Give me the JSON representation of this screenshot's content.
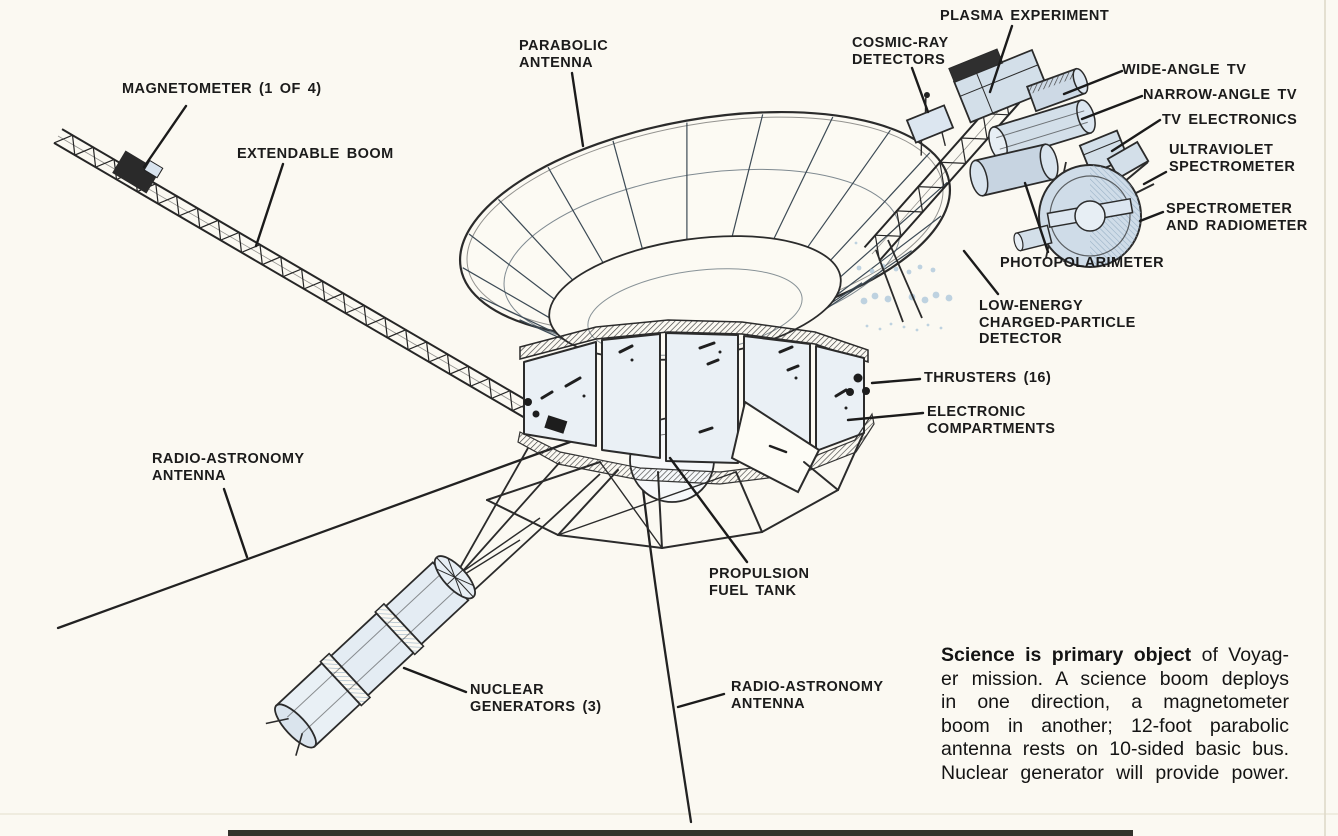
{
  "colors": {
    "background": "#fbf9f2",
    "ink": "#1b1b1b",
    "drawing_line": "#2b2b2b",
    "metal_light": "#e4ecf3",
    "metal_mid": "#cfdce8",
    "speckle_blue": "#a9c4da"
  },
  "diagram": {
    "labels": {
      "magnetometer": {
        "l1": "MAGNETOMETER (1 OF 4)"
      },
      "extendable_boom": {
        "l1": "EXTENDABLE BOOM"
      },
      "parabolic_antenna": {
        "l1": "PARABOLIC",
        "l2": "ANTENNA"
      },
      "cosmic_ray": {
        "l1": "COSMIC-RAY",
        "l2": "DETECTORS"
      },
      "plasma": {
        "l1": "PLASMA EXPERIMENT"
      },
      "wide_angle_tv": {
        "l1": "WIDE-ANGLE TV"
      },
      "narrow_angle_tv": {
        "l1": "NARROW-ANGLE TV"
      },
      "tv_electronics": {
        "l1": "TV ELECTRONICS"
      },
      "uv_spectrometer": {
        "l1": "ULTRAVIOLET",
        "l2": "SPECTROMETER"
      },
      "spectrometer_radiometer": {
        "l1": "SPECTROMETER",
        "l2": "AND RADIOMETER"
      },
      "photopolarimeter": {
        "l1": "PHOTOPOLARIMETER"
      },
      "low_energy": {
        "l1": "LOW-ENERGY",
        "l2": "CHARGED-PARTICLE",
        "l3": "DETECTOR"
      },
      "thrusters": {
        "l1": "THRUSTERS (16)"
      },
      "electronic_compartments": {
        "l1": "ELECTRONIC",
        "l2": "COMPARTMENTS"
      },
      "radio_astronomy_left": {
        "l1": "RADIO-ASTRONOMY",
        "l2": "ANTENNA"
      },
      "propulsion": {
        "l1": "PROPULSION",
        "l2": "FUEL TANK"
      },
      "nuclear_generators": {
        "l1": "NUCLEAR",
        "l2": "GENERATORS (3)"
      },
      "radio_astronomy_bottom": {
        "l1": "RADIO-ASTRONOMY",
        "l2": "ANTENNA"
      }
    }
  },
  "caption": {
    "line1_bold": "Science is primary object",
    "line1_rest": " of Voyag-",
    "line2": "er mission. A science boom deploys",
    "line3": "in one direction, a magnetometer",
    "line4": "boom in another; 12-foot parabolic",
    "line5": "antenna rests on 10-sided basic bus.",
    "line6": "Nuclear generator will provide power."
  }
}
